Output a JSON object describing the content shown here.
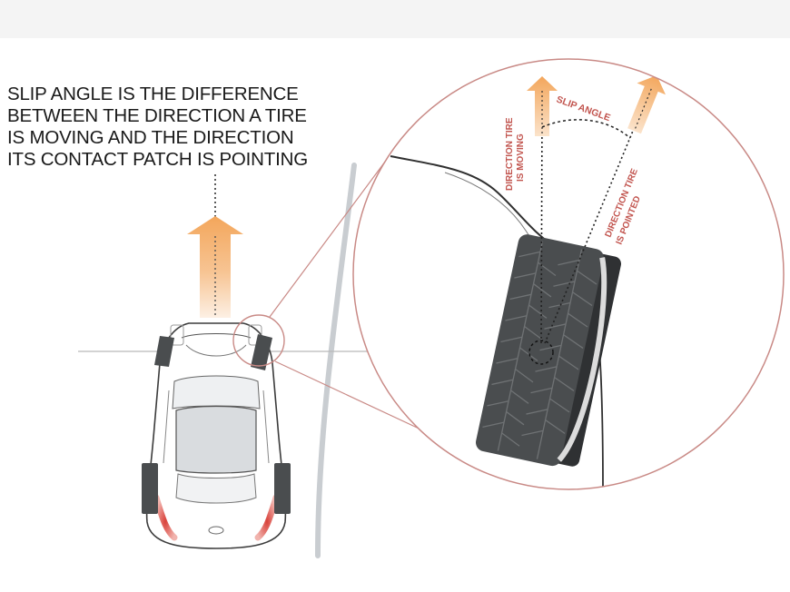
{
  "caption": {
    "lines": [
      "SLIP ANGLE IS THE DIFFERENCE",
      "BETWEEN THE DIRECTION A TIRE",
      "IS MOVING AND  THE DIRECTION",
      "ITS CONTACT PATCH IS POINTING"
    ]
  },
  "labels": {
    "slip_angle": "SLIP ANGLE",
    "tire_moving_line1": "DIRECTION TIRE",
    "tire_moving_line2": "IS MOVING",
    "tire_pointed_line1": "DIRECTION TIRE",
    "tire_pointed_line2": "IS POINTED"
  },
  "colors": {
    "arrow_orange": "#f3a65b",
    "magnifier_line": "#c98a86",
    "label_red": "#c2554f",
    "tire_dark": "#4a4d4f",
    "road_line": "#c9cdd1"
  }
}
